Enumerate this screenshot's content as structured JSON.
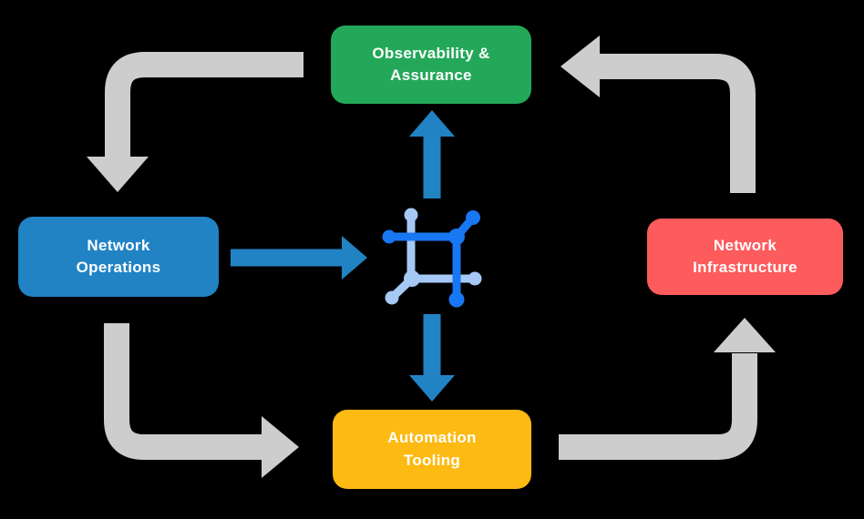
{
  "diagram": {
    "background": "#000000",
    "nodes": [
      {
        "id": "assurance",
        "lines": [
          "Observability &",
          "Assurance"
        ],
        "color": "#23A859"
      },
      {
        "id": "operations",
        "lines": [
          "Network",
          "Operations"
        ],
        "color": "#2183C4"
      },
      {
        "id": "infrastructure",
        "lines": [
          "Network",
          "Infrastructure"
        ],
        "color": "#FD5B5C"
      },
      {
        "id": "tooling",
        "lines": [
          "Automation",
          "Tooling"
        ],
        "color": "#FCBA12"
      }
    ],
    "arrows": [
      {
        "id": "assurance-to-operations",
        "style": "gray-elbow",
        "direction": "down"
      },
      {
        "id": "operations-to-tooling",
        "style": "gray-elbow",
        "direction": "right"
      },
      {
        "id": "tooling-to-infrastructure",
        "style": "gray-elbow",
        "direction": "up"
      },
      {
        "id": "infrastructure-to-assurance",
        "style": "gray-elbow",
        "direction": "left"
      },
      {
        "id": "operations-to-hub",
        "style": "blue-straight",
        "direction": "right"
      },
      {
        "id": "hub-to-assurance",
        "style": "blue-straight",
        "direction": "up"
      },
      {
        "id": "hub-to-tooling",
        "style": "blue-straight",
        "direction": "down"
      }
    ],
    "center_icon": "network-hub-icon",
    "colors": {
      "gray_arrow": "#CDCDCD",
      "blue_arrow": "#2183C4",
      "icon_dark_blue": "#1877F2",
      "icon_light_blue": "#A6C8F5",
      "label_text": "#FFFFFF"
    }
  }
}
